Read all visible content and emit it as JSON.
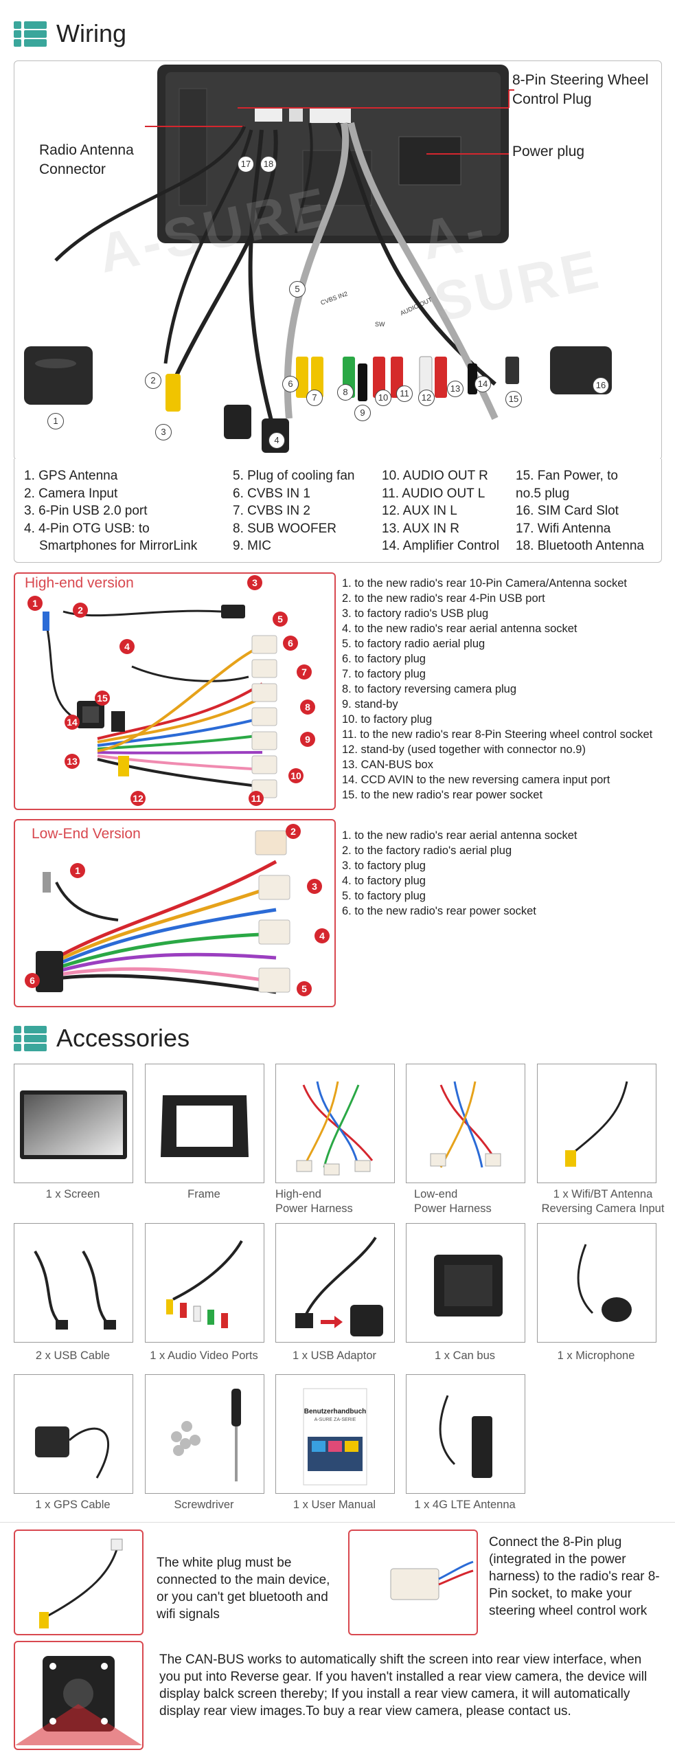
{
  "wiring": {
    "title": "Wiring",
    "annotations": {
      "steering": "8-Pin Steering Wheel Control Plug",
      "antenna": "Radio Antenna Connector",
      "power": "Power plug"
    },
    "marker_numbers": [
      "1",
      "2",
      "3",
      "4",
      "5",
      "6",
      "7",
      "8",
      "9",
      "10",
      "11",
      "12",
      "13",
      "14",
      "15",
      "16",
      "17",
      "18"
    ],
    "cable_labels": {
      "cvbs": "CVBS IN2",
      "out": "AUDIO OUT",
      "sw": "SW"
    },
    "legend_col1": [
      "1. GPS Antenna",
      "2. Camera Input",
      "3. 6-Pin USB 2.0 port",
      "4. 4-Pin OTG USB: to",
      "Smartphones for MirrorLink"
    ],
    "legend_col2": [
      "5. Plug of cooling fan",
      "6. CVBS IN 1",
      "7. CVBS IN 2",
      "8. SUB WOOFER",
      "9. MIC"
    ],
    "legend_col3": [
      "10. AUDIO OUT R",
      "11. AUDIO OUT L",
      "12. AUX IN L",
      "13. AUX IN R",
      "14. Amplifier Control"
    ],
    "legend_col4": [
      "15. Fan Power, to",
      "no.5 plug",
      "16. SIM Card Slot",
      "17. Wifi Antenna",
      "18. Bluetooth Antenna"
    ]
  },
  "high_end": {
    "title": "High-end version",
    "badges": [
      "1",
      "2",
      "3",
      "4",
      "5",
      "6",
      "7",
      "8",
      "9",
      "10",
      "11",
      "12",
      "13",
      "14",
      "15"
    ],
    "items": [
      "1. to the new radio's rear 10-Pin Camera/Antenna socket",
      "2. to the new radio's rear 4-Pin USB port",
      "3. to factory radio's USB plug",
      "4. to the new radio's rear aerial antenna socket",
      "5. to factory radio aerial plug",
      "6. to factory plug",
      "7. to factory plug",
      "8. to factory reversing camera plug",
      "9. stand-by",
      "10. to factory plug",
      "11. to the new radio's rear 8-Pin Steering wheel control socket",
      "12. stand-by (used together with connector no.9)",
      "13. CAN-BUS box",
      "14. CCD AVIN to the new reversing camera input port",
      "15. to the new radio's rear power socket"
    ]
  },
  "low_end": {
    "title": "Low-End Version",
    "badges": [
      "1",
      "2",
      "3",
      "4",
      "5",
      "6"
    ],
    "items": [
      "1. to the new radio's rear aerial antenna socket",
      "2. to the factory radio's aerial plug",
      "3. to factory plug",
      "4. to factory plug",
      "5. to factory plug",
      "6. to the new radio's rear power socket"
    ]
  },
  "accessories": {
    "title": "Accessories",
    "items": [
      {
        "caption": "1 x Screen"
      },
      {
        "caption": "Frame"
      },
      {
        "caption": "High-end\nPower Harness"
      },
      {
        "caption": "Low-end\nPower Harness"
      },
      {
        "caption": "1 x Wifi/BT Antenna\nReversing Camera Input"
      },
      {
        "caption": "2 x USB Cable"
      },
      {
        "caption": "1 x Audio Video Ports"
      },
      {
        "caption": "1 x USB Adaptor"
      },
      {
        "caption": "1 x Can bus"
      },
      {
        "caption": "1 x Microphone"
      },
      {
        "caption": "1 x GPS Cable"
      },
      {
        "caption": "Screwdriver"
      },
      {
        "caption": "1 x User Manual"
      },
      {
        "caption": "1 x 4G LTE Antenna"
      }
    ],
    "manual_title": "Benutzerhandbuch",
    "manual_sub": "A-SURE ZA-SERIE"
  },
  "notes": {
    "white_plug": "The white plug must be connected to the main device, or you can't get bluetooth and wifi signals",
    "steering_plug": "Connect the 8-Pin plug (integrated in the power harness) to the radio's rear 8-Pin socket, to make your steering wheel control work",
    "canbus": "The CAN-BUS works to automatically shift the screen into rear view interface, when you put into Reverse gear. If you haven't installed a rear view camera, the device will display balck screen thereby; If you install a rear view camera, it will automatically display rear view images.To buy a rear view camera, please contact us."
  },
  "watermark": "A-SURE",
  "colors": {
    "accent_teal": "#3aa69b",
    "accent_red": "#d8484f",
    "border_gray": "#bdbdbd"
  }
}
